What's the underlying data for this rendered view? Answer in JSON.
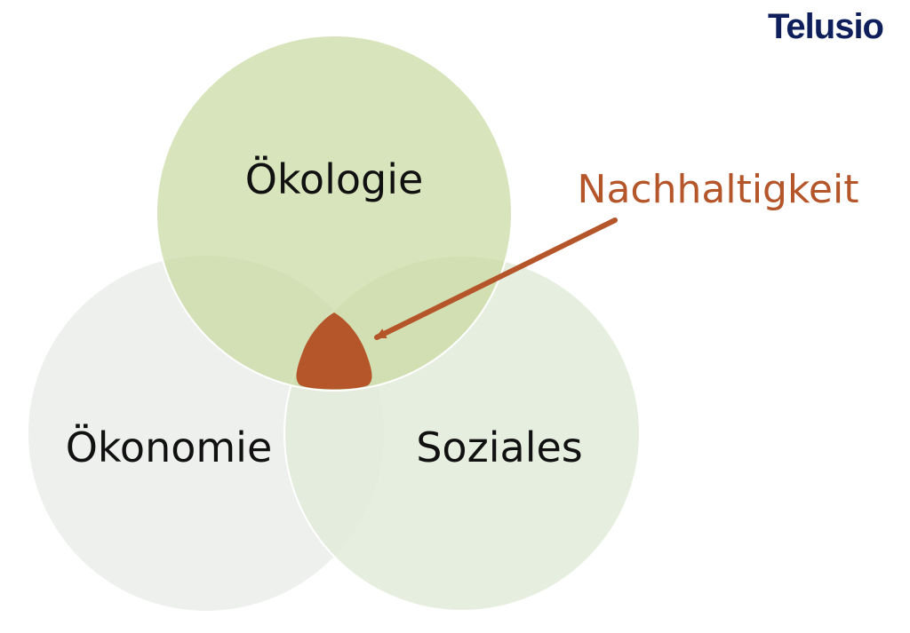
{
  "brand": {
    "logo_text": "Telusio",
    "logo_color": "#0f1f5c"
  },
  "diagram": {
    "circles": {
      "top_label": "Ökologie",
      "left_label": "Ökonomie",
      "right_label": "Soziales"
    },
    "callout_label": "Nachhaltigkeit",
    "colors": {
      "ecology": "#d6e2b6",
      "economy": "#eef0ee",
      "social": "#e2ecd9",
      "highlight": "#b5552a",
      "text": "#111111"
    }
  }
}
